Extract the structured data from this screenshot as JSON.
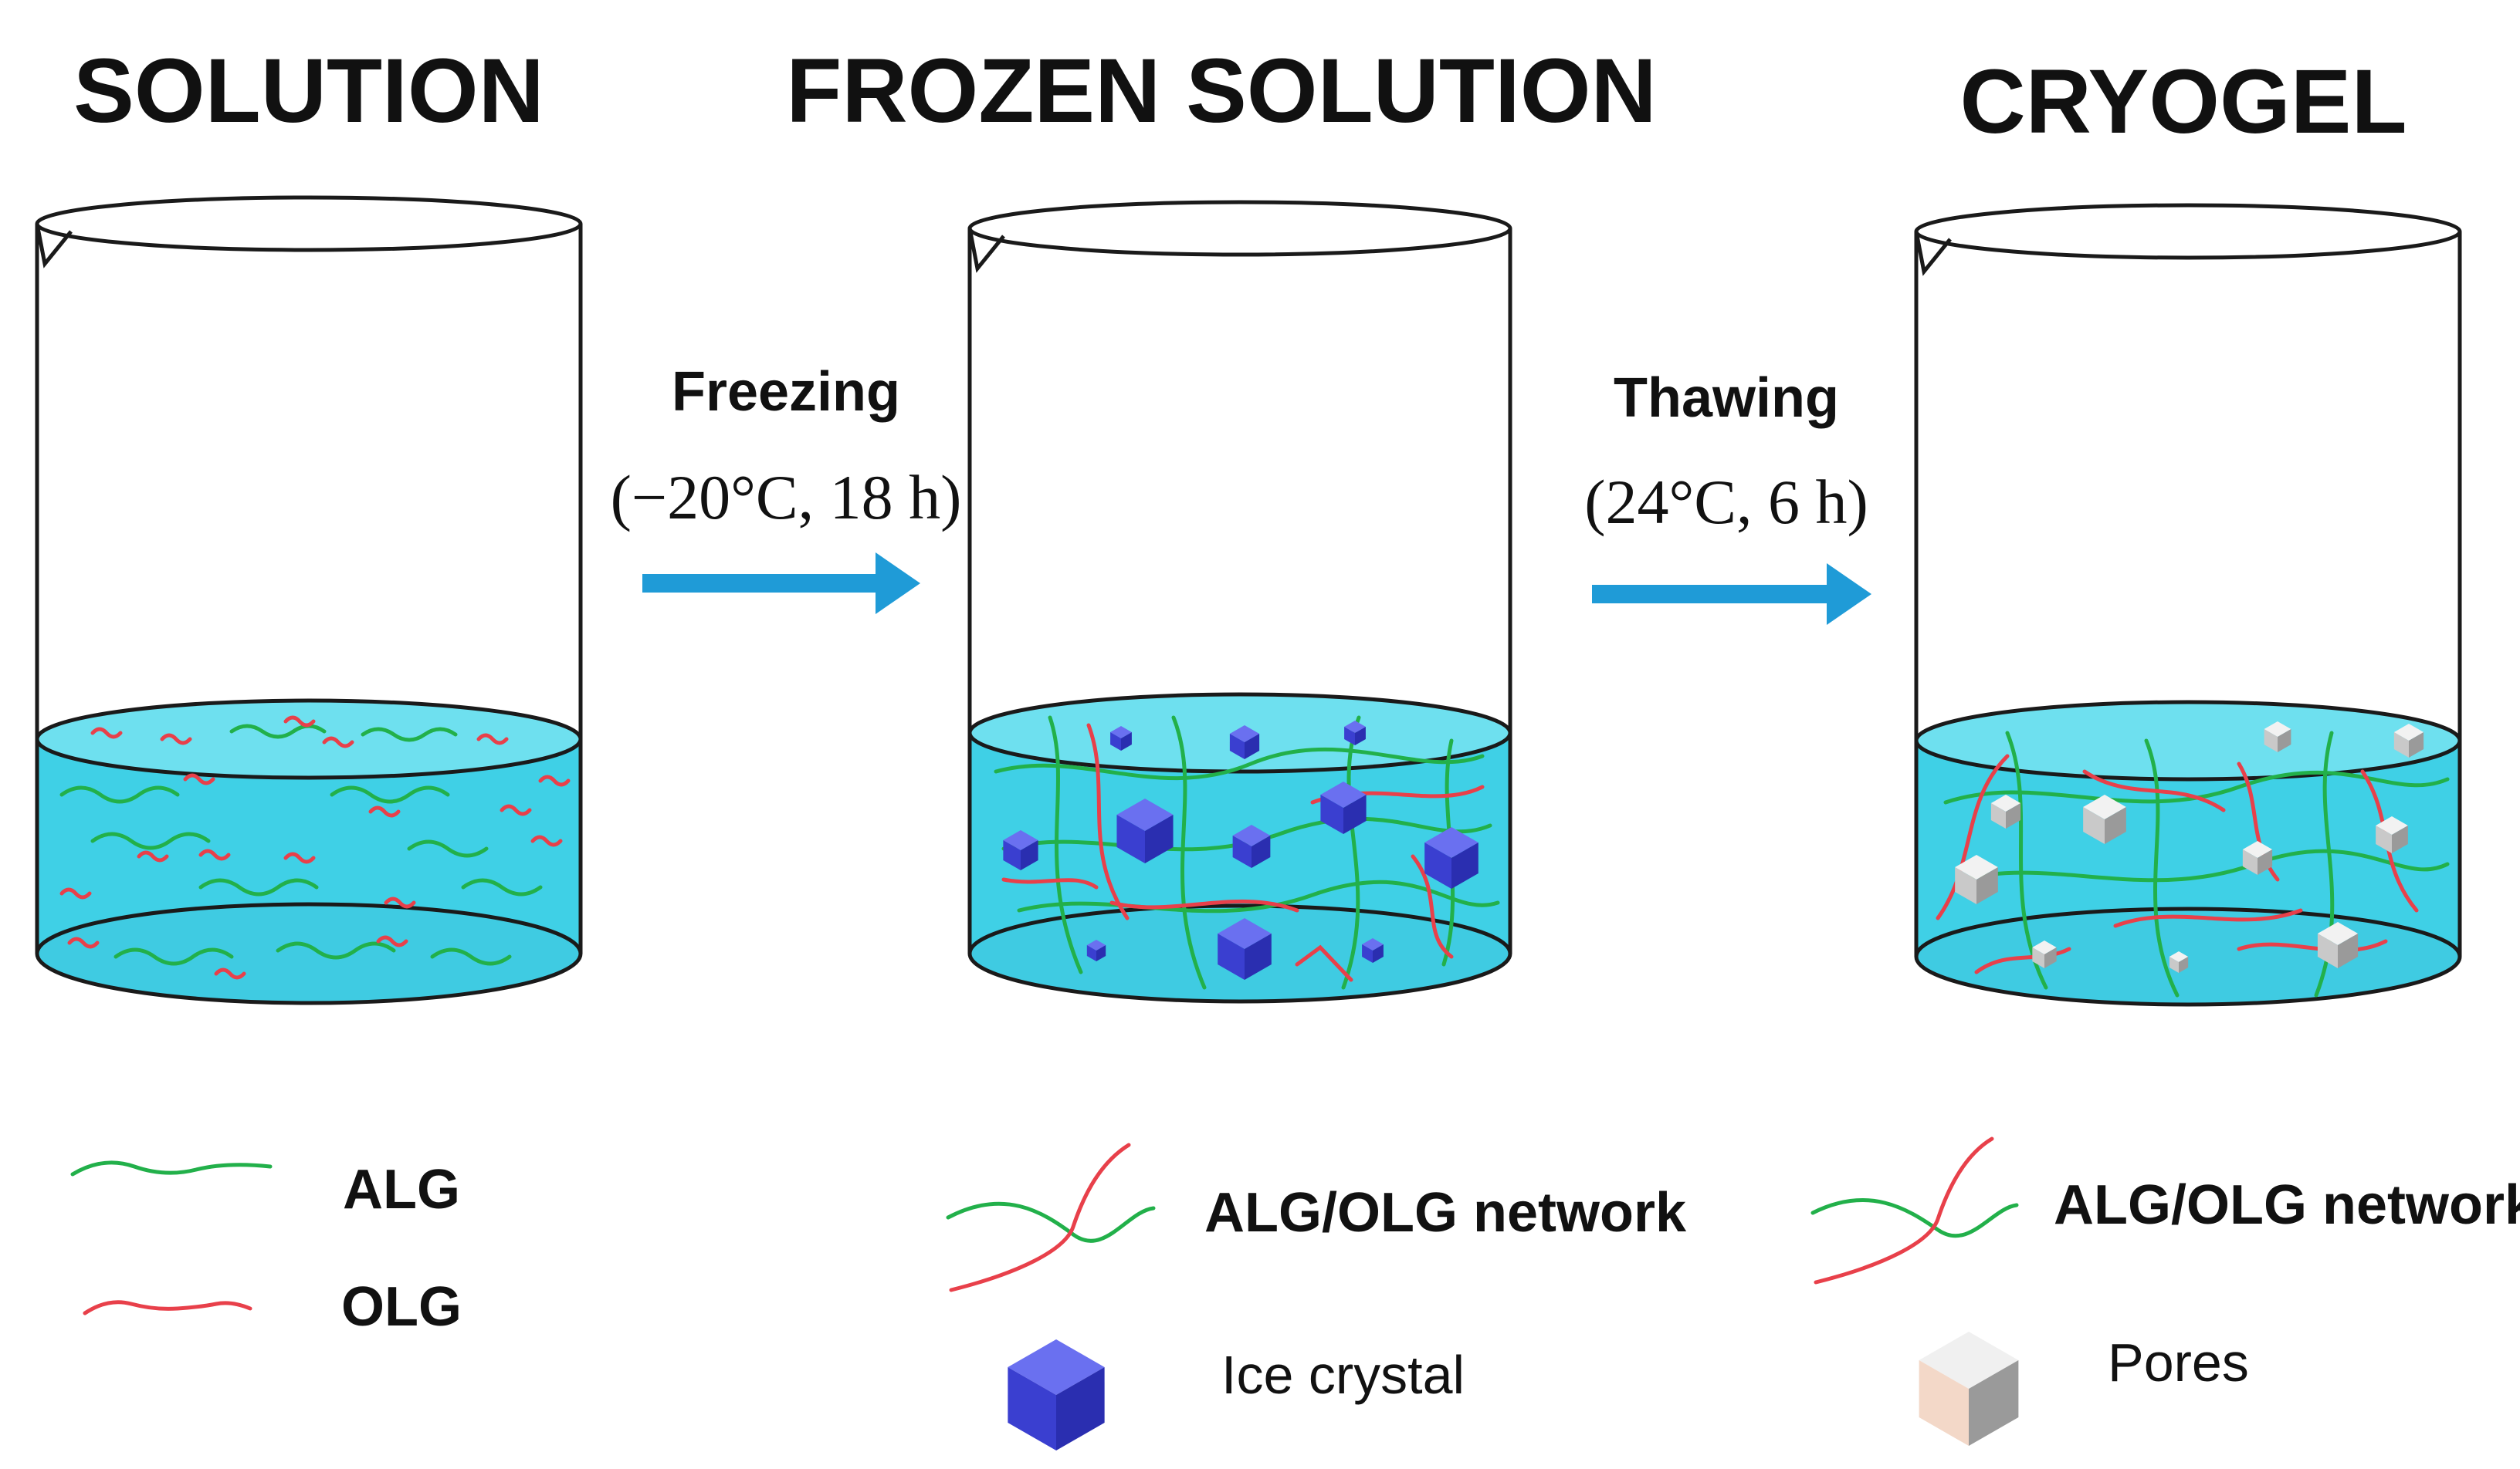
{
  "stages": [
    {
      "title": "SOLUTION"
    },
    {
      "title": "FROZEN SOLUTION"
    },
    {
      "title": "CRYOGEL"
    }
  ],
  "steps": [
    {
      "label": "Freezing",
      "condition": "(−20°C, 18 h)"
    },
    {
      "label": "Thawing",
      "condition": "(24°C, 6 h)"
    }
  ],
  "legend": {
    "alg": "ALG",
    "olg": "OLG",
    "network_1": "ALG/OLG network",
    "ice_crystal": "Ice crystal",
    "network_2": "ALG/OLG network",
    "pores": "Pores"
  },
  "colors": {
    "liquid": "#3fd0e6",
    "alg_chain": "#22b04a",
    "olg_chain": "#e8404a",
    "ice_crystal": "#3a3fd0",
    "pore": "#d8d8d8",
    "arrow": "#1f9bd7"
  }
}
